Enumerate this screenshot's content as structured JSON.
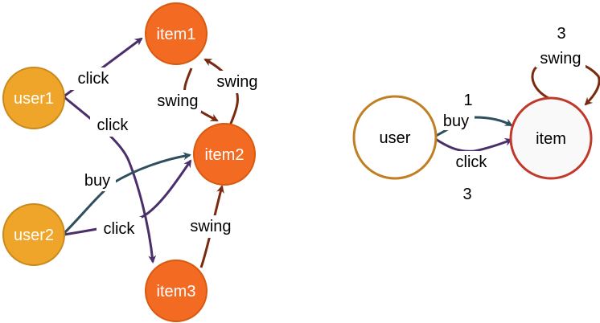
{
  "colors": {
    "user_fill": "#EFA52A",
    "user_stroke": "#C98A1C",
    "item_fill": "#F36B22",
    "item_stroke": "#D75A10",
    "click_edge": "#4A2F6B",
    "buy_edge": "#2F4F5F",
    "swing_edge": "#7A2A10",
    "schema_user_stroke": "#C17F24",
    "schema_item_stroke": "#C0392B",
    "schema_item_fill": "#F9F9F9"
  },
  "left_graph": {
    "nodes": {
      "user1": "user1",
      "user2": "user2",
      "item1": "item1",
      "item2": "item2",
      "item3": "item3"
    },
    "edge_labels": {
      "user1_item1": "click",
      "user1_item3": "click",
      "user2_item2_buy": "buy",
      "user2_item2_click": "click",
      "item1_item2": "swing",
      "item2_item1": "swing",
      "item3_item2": "swing"
    }
  },
  "right_graph": {
    "nodes": {
      "user": "user",
      "item": "item"
    },
    "edge_labels": {
      "buy": "buy",
      "buy_count": "1",
      "click": "click",
      "click_count": "3",
      "swing": "swing",
      "swing_count": "3"
    }
  }
}
